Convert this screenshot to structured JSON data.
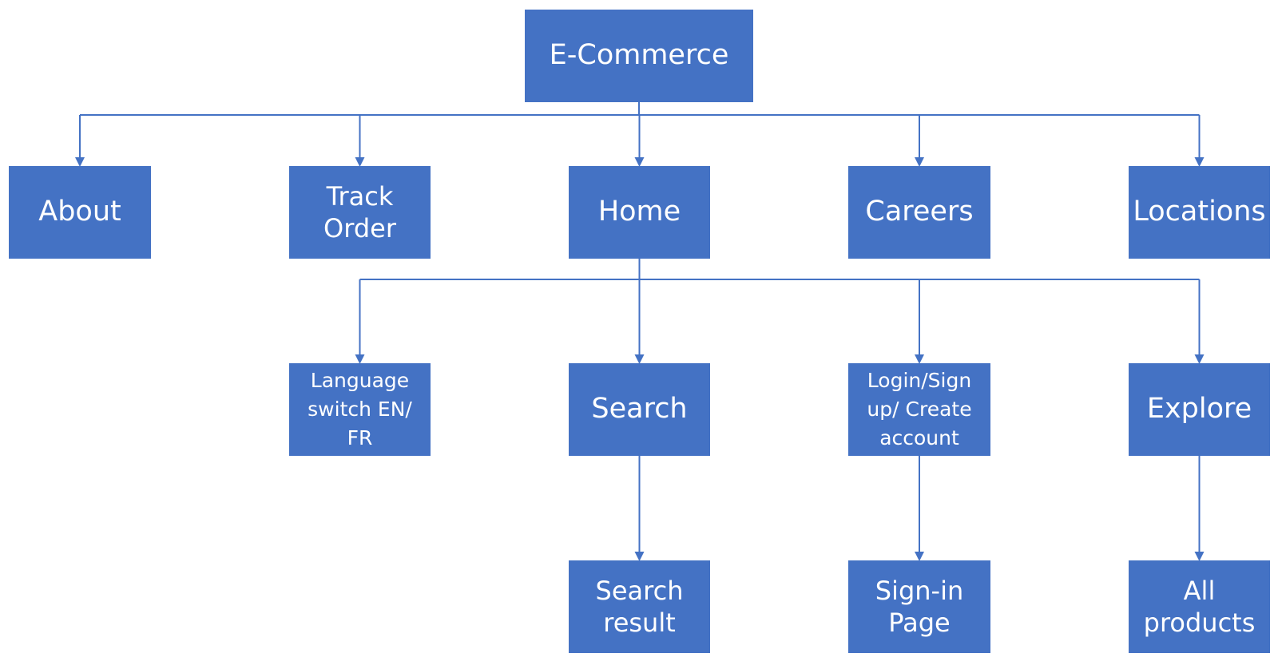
{
  "diagram": {
    "colors": {
      "box_fill": "#4472c4",
      "box_text": "#ffffff",
      "connector": "#4472c4"
    },
    "nodes": {
      "root": "E-Commerce",
      "about": "About",
      "track_order": "Track\nOrder",
      "home": "Home",
      "careers": "Careers",
      "locations": "Locations",
      "language_switch": "Language\nswitch EN/\nFR",
      "search": "Search",
      "login": "Login/Sign\nup/ Create\naccount",
      "explore": "Explore",
      "search_result": "Search\nresult",
      "sign_in_page": "Sign-in\nPage",
      "all_products": "All\nproducts"
    },
    "edges": [
      [
        "root",
        "about"
      ],
      [
        "root",
        "track_order"
      ],
      [
        "root",
        "home"
      ],
      [
        "root",
        "careers"
      ],
      [
        "root",
        "locations"
      ],
      [
        "home",
        "language_switch"
      ],
      [
        "home",
        "search"
      ],
      [
        "home",
        "login"
      ],
      [
        "home",
        "explore"
      ],
      [
        "search",
        "search_result"
      ],
      [
        "login",
        "sign_in_page"
      ],
      [
        "explore",
        "all_products"
      ]
    ]
  }
}
